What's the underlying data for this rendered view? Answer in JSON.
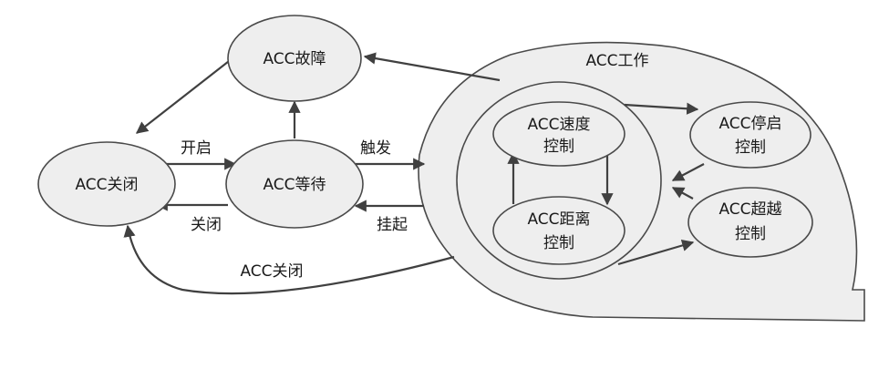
{
  "nodes": {
    "acc_off": "ACC关闭",
    "acc_fault": "ACC故障",
    "acc_wait": "ACC等待",
    "acc_work": "ACC工作",
    "speed_line1": "ACC速度",
    "speed_line2": "控制",
    "distance_line1": "ACC距离",
    "distance_line2": "控制",
    "stopgo_line1": "ACC停启",
    "stopgo_line2": "控制",
    "overtake_line1": "ACC超越",
    "overtake_line2": "控制"
  },
  "edges": {
    "open": "开启",
    "close": "关闭",
    "trigger": "触发",
    "suspend": "挂起",
    "acc_close": "ACC关闭"
  }
}
